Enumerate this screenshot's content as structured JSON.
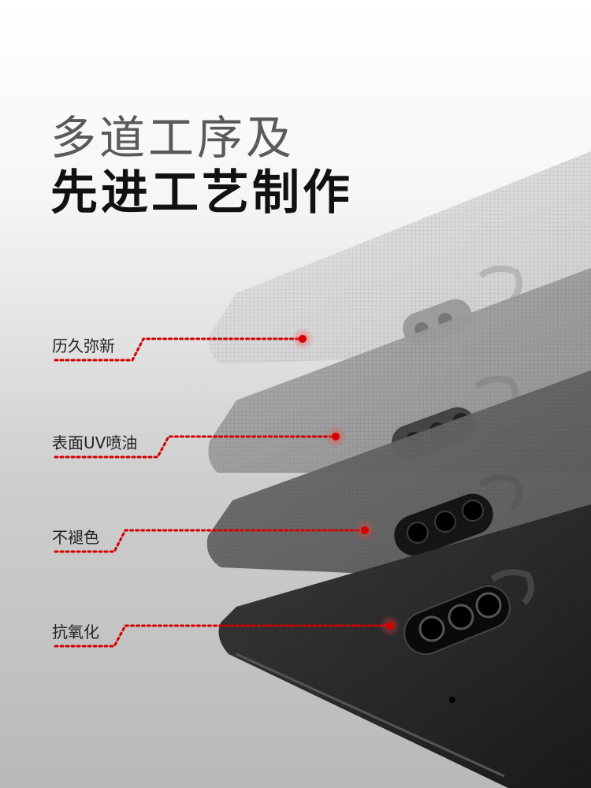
{
  "headline": {
    "line1": "多道工序及",
    "line2": "先进工艺制作"
  },
  "features": [
    {
      "label": "历久弥新"
    },
    {
      "label": "表面UV喷油"
    },
    {
      "label": "不褪色"
    },
    {
      "label": "抗氧化"
    }
  ],
  "colors": {
    "accent": "#d40000",
    "case_dark": "#1c1c1c",
    "case_light": "#d8d8d8"
  }
}
